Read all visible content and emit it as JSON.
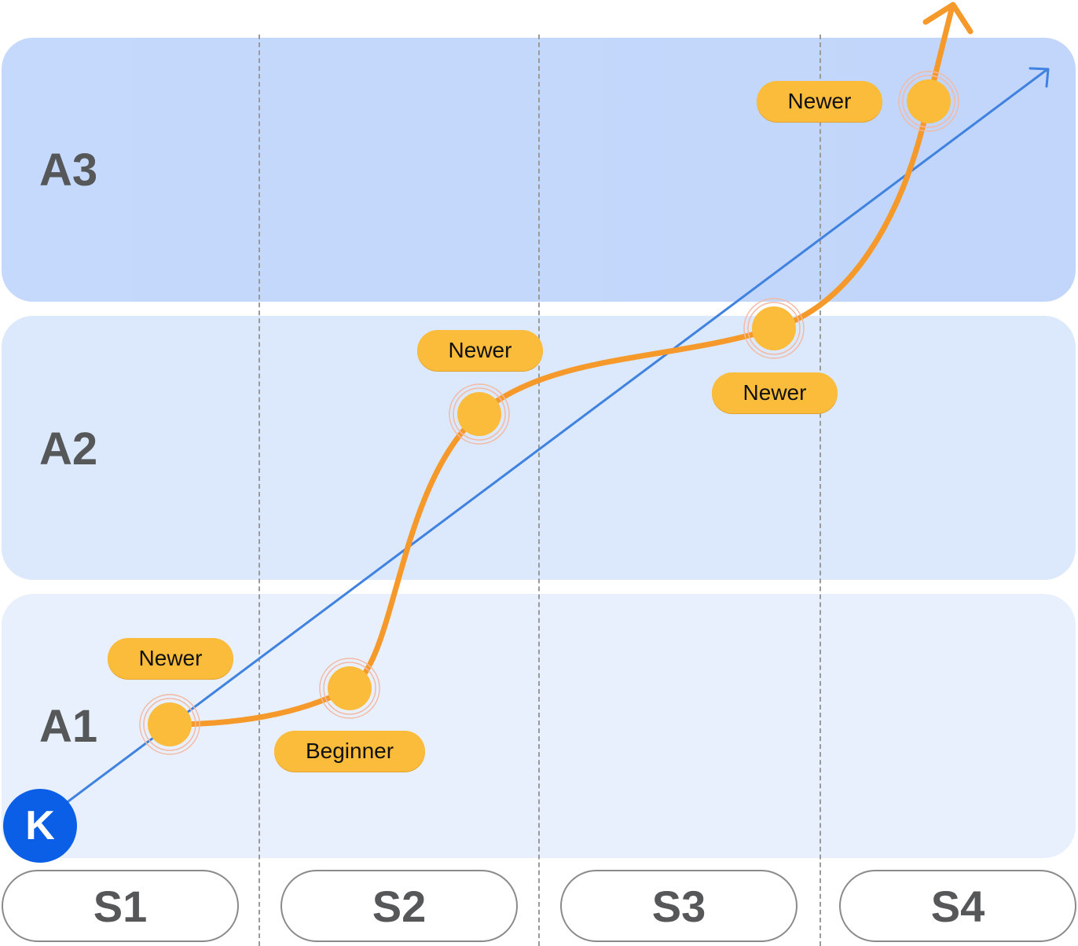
{
  "levels": {
    "a3": "A3",
    "a2": "A2",
    "a1": "A1"
  },
  "stages": [
    "S1",
    "S2",
    "S3",
    "S4"
  ],
  "tags": {
    "s1": "Newer",
    "s2_beginner": "Beginner",
    "s2_upper": "Newer",
    "s3": "Newer",
    "s4": "Newer"
  },
  "logo_letter": "K",
  "colors": {
    "curve": "#f5992a",
    "node": "#fbbc3c",
    "trend_line": "#3f82e0",
    "badge": "#0b5fe6"
  }
}
